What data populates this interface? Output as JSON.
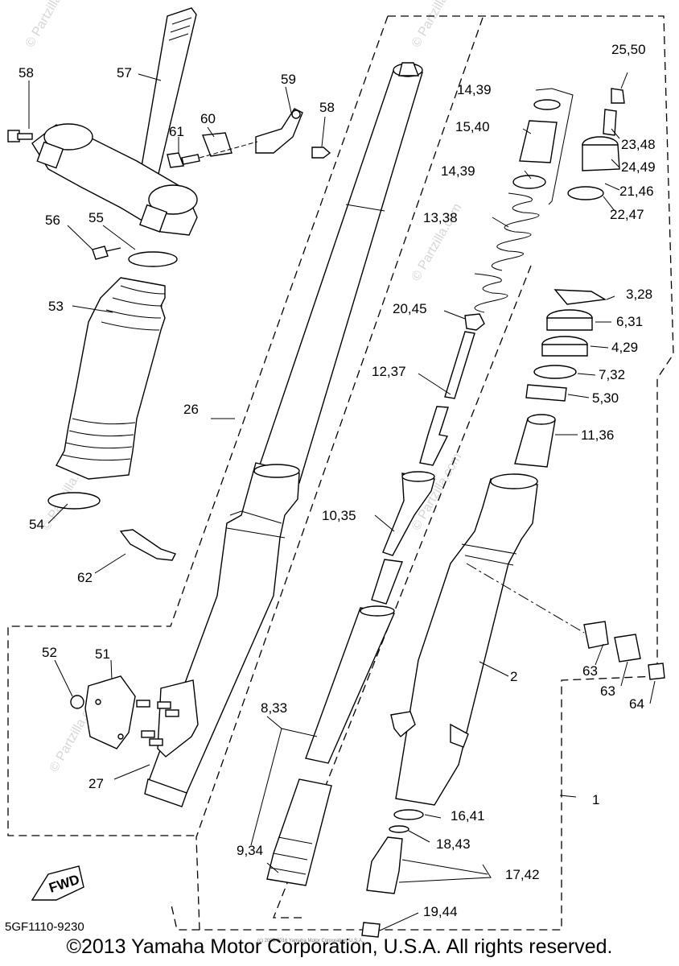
{
  "diagram_code": "5GF1110-9230",
  "copyright": "©2013 Yamaha Motor Corporation, U.S.A. All rights reserved.",
  "fine_print": "(c) 2005-2016 Yamaha Motor Corporation, U.S.A.",
  "fwd_badge": "FWD",
  "watermark": "© Partzilla.com",
  "callouts": {
    "c58a": "58",
    "c57": "57",
    "c59": "59",
    "c60": "60",
    "c61": "61",
    "c58b": "58",
    "c56": "56",
    "c55": "55",
    "c53": "53",
    "c26": "26",
    "c54": "54",
    "c62": "62",
    "c52": "52",
    "c51": "51",
    "c27": "27",
    "c8_33": "8,33",
    "c9_34": "9,34",
    "c10_35": "10,35",
    "c12_37": "12,37",
    "c20_45": "20,45",
    "c13_38": "13,38",
    "c14_39a": "14,39",
    "c15_40": "15,40",
    "c14_39b": "14,39",
    "c25_50": "25,50",
    "c23_48": "23,48",
    "c24_49": "24,49",
    "c21_46": "21,46",
    "c22_47": "22,47",
    "c3_28": "3,28",
    "c6_31": "6,31",
    "c4_29": "4,29",
    "c7_32": "7,32",
    "c5_30": "5,30",
    "c11_36": "11,36",
    "c2": "2",
    "c63a": "63",
    "c63b": "63",
    "c64": "64",
    "c1": "1",
    "c16_41": "16,41",
    "c18_43": "18,43",
    "c17_42": "17,42",
    "c19_44": "19,44"
  }
}
